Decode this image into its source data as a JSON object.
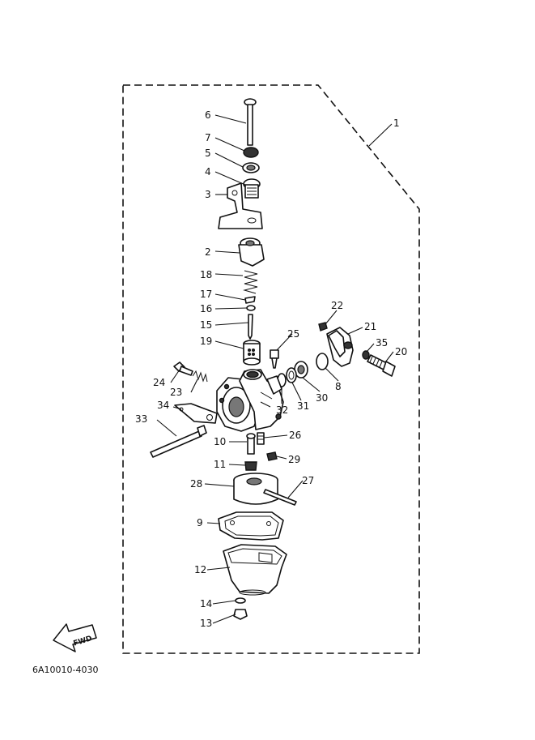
{
  "part_labels": {
    "p1": "1",
    "p2": "2",
    "p3": "3",
    "p4": "4",
    "p5": "5",
    "p6": "6",
    "p7": "7",
    "p8": "8",
    "p9": "9",
    "p10": "10",
    "p11": "11",
    "p12": "12",
    "p13": "13",
    "p14": "14",
    "p15": "15",
    "p16": "16",
    "p17": "17",
    "p18": "18",
    "p19": "19",
    "p20": "20",
    "p21": "21",
    "p22": "22",
    "p23": "23",
    "p24": "24",
    "p25": "25",
    "p26": "26",
    "p27": "27",
    "p28": "28",
    "p29": "29",
    "p30": "30",
    "p31": "31",
    "p32": "32",
    "p33": "33",
    "p34": "34",
    "p35": "35"
  },
  "fwd_label": "FWD",
  "diagram_code": "6A10010-4030"
}
